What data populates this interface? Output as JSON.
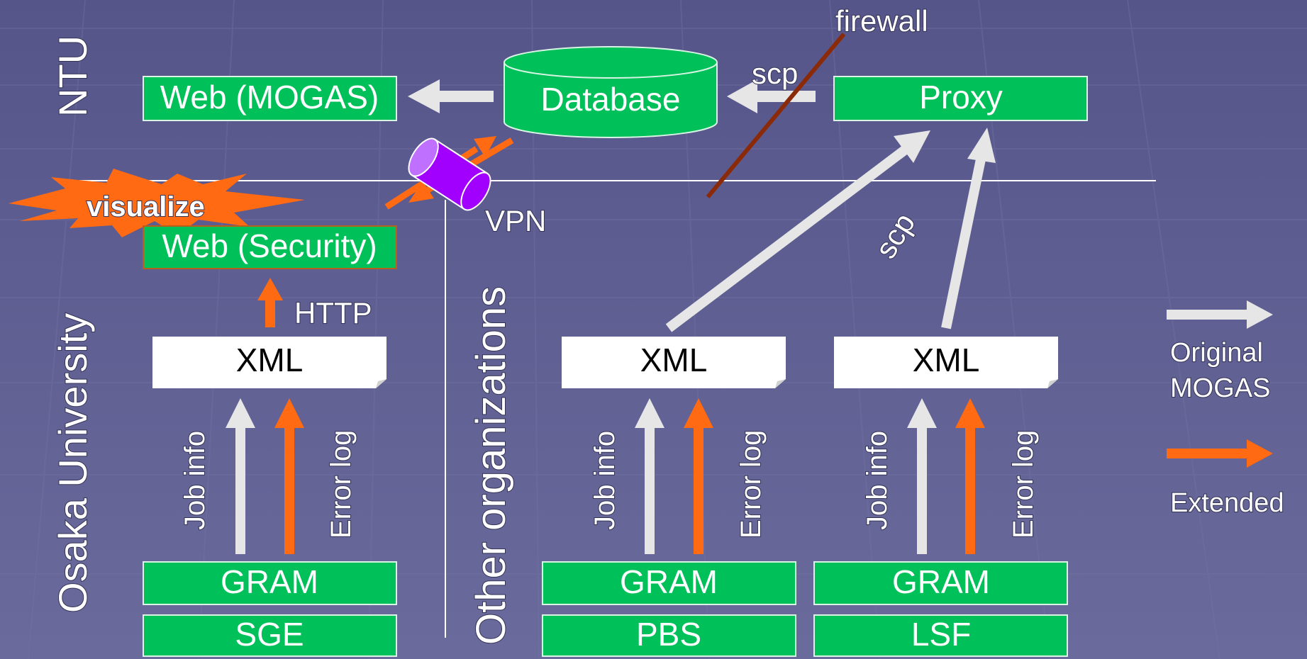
{
  "regions": {
    "ntu": "NTU",
    "osaka": "Osaka University",
    "other": "Other organizations"
  },
  "nodes": {
    "web_mogas": "Web (MOGAS)",
    "database": "Database",
    "proxy": "Proxy",
    "web_security": "Web (Security)",
    "xml_osaka": "XML",
    "xml_pbs": "XML",
    "xml_lsf": "XML",
    "gram_osaka": "GRAM",
    "gram_pbs": "GRAM",
    "gram_lsf": "GRAM",
    "sge": "SGE",
    "pbs": "PBS",
    "lsf": "LSF"
  },
  "labels": {
    "firewall": "firewall",
    "scp_top": "scp",
    "scp_right": "scp",
    "vpn": "VPN",
    "http": "HTTP",
    "visualize": "visualize",
    "job_info": "Job info",
    "error_log": "Error log"
  },
  "legend": {
    "original": "Original\nMOGAS",
    "original_line1": "Original",
    "original_line2": "MOGAS",
    "extended": "Extended"
  },
  "colors": {
    "background": "#5e5e90",
    "box_green": "#00c05a",
    "arrow_original": "#e6e6e6",
    "arrow_extended": "#ff6a12",
    "firewall": "#8b2a08",
    "vpn_cylinder": "#a100ff"
  }
}
